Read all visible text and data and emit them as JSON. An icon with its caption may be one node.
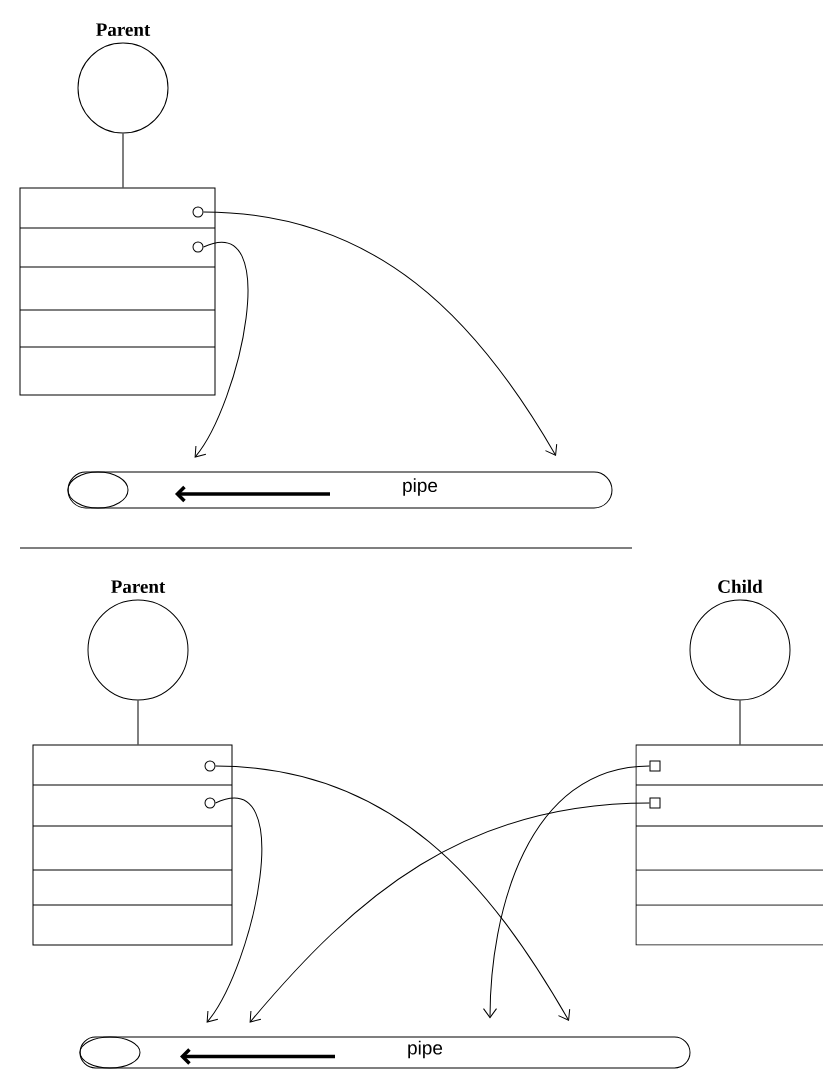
{
  "diagram": {
    "nodes": [
      {
        "text": [
          "Parent"
        ]
      },
      {
        "text": [],
        "shape": "box"
      },
      {
        "text": [],
        "shape": "circle",
        "in": 1
      },
      {
        "text": [],
        "shape": "circle",
        "in": 1
      },
      {
        "text": [
          "pipe"
        ]
      },
      {
        "text": [
          "Parent"
        ]
      },
      {
        "text": [],
        "shape": "box"
      },
      {
        "text": [],
        "shape": "circle",
        "in": 6
      },
      {
        "text": [],
        "shape": "circle",
        "in": 6
      },
      {
        "text": [
          "Child"
        ]
      },
      {
        "text": [],
        "shape": "box"
      },
      {
        "text": [],
        "shape": "box",
        "in": 10
      },
      {
        "text": [],
        "shape": "box",
        "in": 10
      },
      {
        "text": [
          "pipe"
        ]
      }
    ],
    "edges": [
      {
        "from": 0,
        "to": 1,
        "arrow": "none"
      },
      {
        "from": 2,
        "to": 4,
        "arrow": "to"
      },
      {
        "from": 3,
        "to": 4,
        "arrow": "to"
      },
      {
        "from": 5,
        "to": 6,
        "arrow": "none"
      },
      {
        "from": 9,
        "to": 10,
        "arrow": "none"
      },
      {
        "from": 7,
        "to": 13,
        "arrow": "to"
      },
      {
        "from": 8,
        "to": 13,
        "arrow": "to"
      },
      {
        "from": 11,
        "to": 13,
        "arrow": "to"
      },
      {
        "from": 12,
        "to": 13,
        "arrow": "to"
      }
    ]
  }
}
